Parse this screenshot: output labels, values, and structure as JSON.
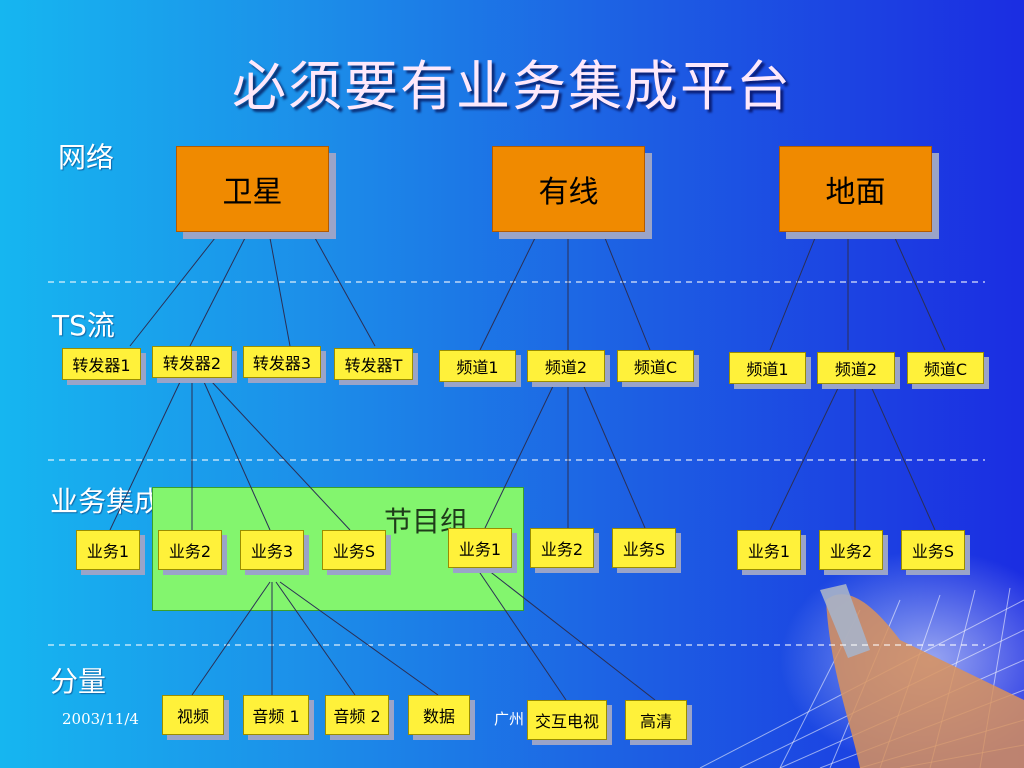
{
  "title": "必须要有业务集成平台",
  "layers": {
    "network": "网络",
    "ts": "TS流",
    "integration": "业务集成",
    "component": "分量"
  },
  "networks": {
    "satellite": "卫星",
    "cable": "有线",
    "terrestrial": "地面"
  },
  "satellite_ts": [
    "转发器1",
    "转发器2",
    "转发器3",
    "转发器T"
  ],
  "cable_ts": [
    "频道1",
    "频道2",
    "频道C"
  ],
  "terrestrial_ts": [
    "频道1",
    "频道2",
    "频道C"
  ],
  "group_label": "节目组",
  "satellite_services": [
    "业务1",
    "业务2",
    "业务3",
    "业务S"
  ],
  "cable_services": [
    "业务1",
    "业务2",
    "业务S"
  ],
  "terrestrial_services": [
    "业务1",
    "业务2",
    "业务S"
  ],
  "components": [
    "视频",
    "音频 1",
    "音频 2",
    "数据"
  ],
  "cable_components": [
    "交互电视",
    "高清"
  ],
  "footer": {
    "date": "2003/11/4",
    "org": "广州"
  },
  "colors": {
    "network_box": "#f08a00",
    "item_box": "#fff13a",
    "group_box": "#83f56e",
    "background_left": "#16b6f0",
    "background_right": "#1b2de2"
  }
}
